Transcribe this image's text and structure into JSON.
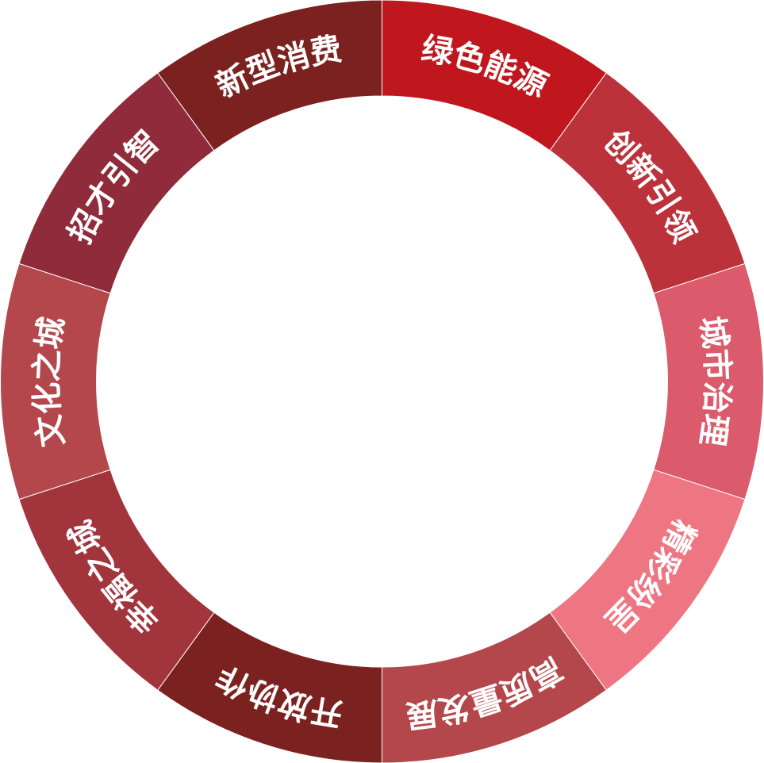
{
  "wheel": {
    "segments": [
      {
        "label": "绿色能源",
        "color": "#C0161E"
      },
      {
        "label": "创新引领",
        "color": "#BB323B"
      },
      {
        "label": "城市治理",
        "color": "#DB5A6B"
      },
      {
        "label": "精彩纷呈",
        "color": "#EE7683"
      },
      {
        "label": "高质量发展",
        "color": "#B4474B"
      },
      {
        "label": "开放协作",
        "color": "#7B2220"
      },
      {
        "label": "幸福之城",
        "color": "#A2343C"
      },
      {
        "label": "文化之城",
        "color": "#B4474B"
      },
      {
        "label": "招才引智",
        "color": "#8F2B3A"
      },
      {
        "label": "新型消费",
        "color": "#7B2220"
      }
    ],
    "separator_color": "#FFFFFF",
    "center_color": "#FFFFFF"
  }
}
